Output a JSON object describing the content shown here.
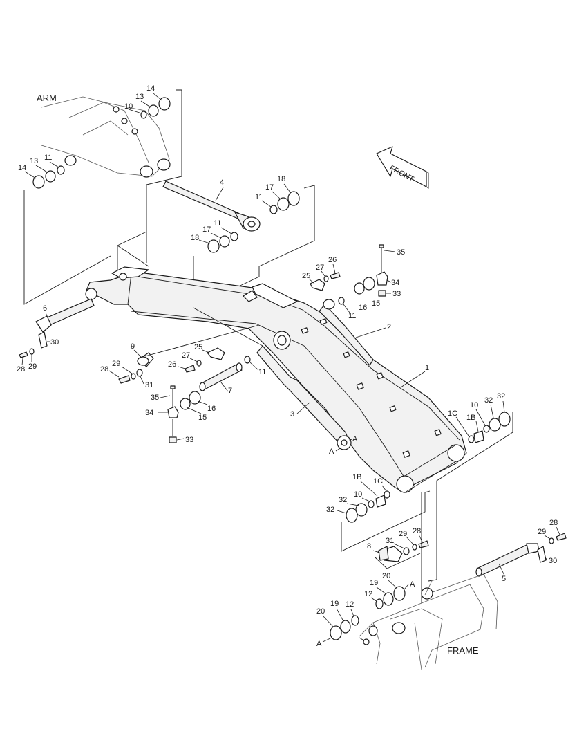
{
  "labels": {
    "arm": "ARM",
    "frame": "FRAME",
    "front": "FRONT"
  },
  "callouts": {
    "c1": "1",
    "c1C_a": "1C",
    "c1B_a": "1B",
    "c10_a": "10",
    "c32_a1": "32",
    "c32_a2": "32",
    "c1B_b": "1B",
    "c1C_b": "1C",
    "c10_b": "10",
    "c32_b1": "32",
    "c32_b2": "32",
    "c2": "2",
    "c3": "3",
    "c4": "4",
    "c5": "5",
    "c6": "6",
    "c7": "7",
    "c8": "8",
    "c9": "9",
    "c10_arm": "10",
    "c11_arm": "11",
    "c13_arm1": "13",
    "c14_arm1": "14",
    "c13_arm2": "13",
    "c14_arm2": "14",
    "c11_4a": "11",
    "c17_4a": "17",
    "c18_4a": "18",
    "c11_4b": "11",
    "c17_4b": "17",
    "c18_4b": "18",
    "c11_2": "11",
    "c16_2": "16",
    "c15_2": "15",
    "c11_3": "11",
    "c25_a": "25",
    "c27_a": "27",
    "c26_a": "26",
    "c35_a": "35",
    "c34_a": "34",
    "c33_a": "33",
    "c25_b": "25",
    "c27_b": "27",
    "c26_b": "26",
    "c35_b": "35",
    "c34_b": "34",
    "c33_b": "33",
    "c15_b": "15",
    "c16_b": "16",
    "c28_6": "28",
    "c29_6": "29",
    "c30_6": "30",
    "c28_9": "28",
    "c29_9": "29",
    "c31_9": "31",
    "c28_8": "28",
    "c29_8": "29",
    "c31_8": "31",
    "c28_5": "28",
    "c29_5": "29",
    "c30_5": "30",
    "c12_a": "12",
    "c19_a": "19",
    "c20_a": "20",
    "c12_b": "12",
    "c19_b": "19",
    "c20_b": "20",
    "A1": "A",
    "A2": "A",
    "A3": "A",
    "A4": "A"
  },
  "icons": {
    "front_arrow": "front-arrow-icon"
  }
}
